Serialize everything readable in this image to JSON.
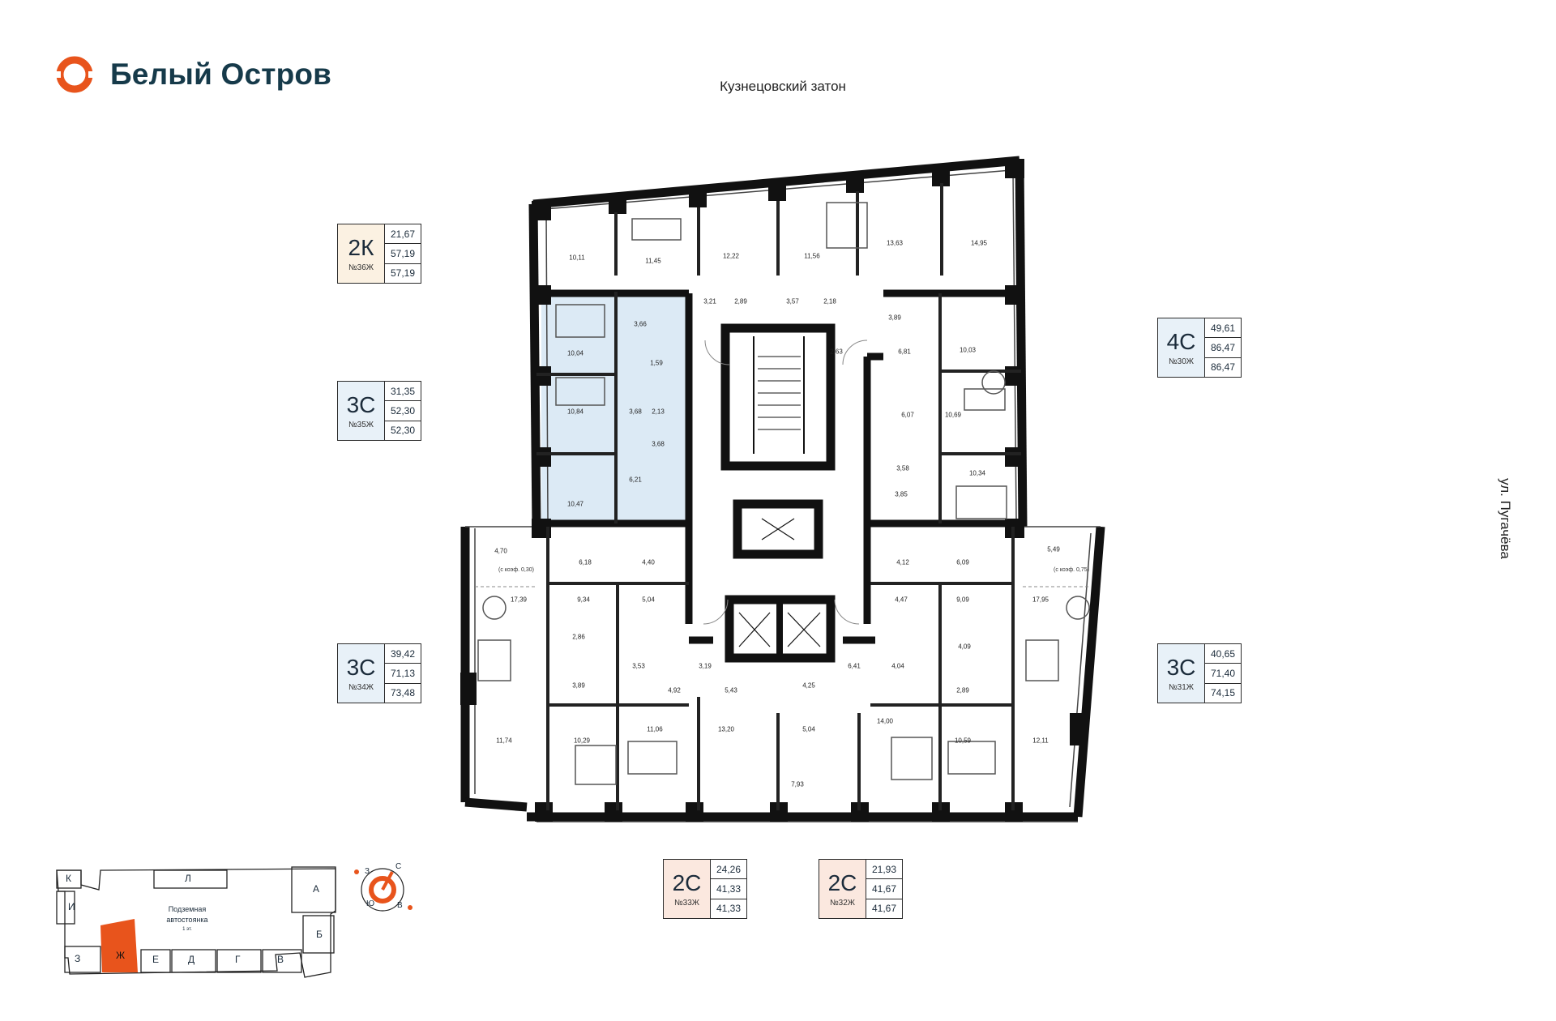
{
  "brand": {
    "name": "Белый Остров",
    "logo_icon": "ring-logo-icon",
    "color": "#163a4a",
    "accent": "#e8541c"
  },
  "north_caption": "Кузнецовский затон",
  "east_caption": "ул. Пугачёва",
  "apartments": [
    {
      "code": "2К",
      "number": "№36Ж",
      "values": [
        "21,67",
        "57,19",
        "57,19"
      ],
      "bg": "#fbf1e2"
    },
    {
      "code": "3С",
      "number": "№35Ж",
      "values": [
        "31,35",
        "52,30",
        "52,30"
      ],
      "bg": "#e8f1f8"
    },
    {
      "code": "3С",
      "number": "№34Ж",
      "values": [
        "39,42",
        "71,13",
        "73,48"
      ],
      "bg": "#e8f1f8"
    },
    {
      "code": "4С",
      "number": "№30Ж",
      "values": [
        "49,61",
        "86,47",
        "86,47"
      ],
      "bg": "#e8f1f8"
    },
    {
      "code": "3С",
      "number": "№31Ж",
      "values": [
        "40,65",
        "71,40",
        "74,15"
      ],
      "bg": "#e8f1f8"
    },
    {
      "code": "2С",
      "number": "№33Ж",
      "values": [
        "24,26",
        "41,33",
        "41,33"
      ],
      "bg": "#fbe8df"
    },
    {
      "code": "2С",
      "number": "№32Ж",
      "values": [
        "21,93",
        "41,67",
        "41,67"
      ],
      "bg": "#fbe8df"
    }
  ],
  "room_areas": [
    "10,11",
    "11,45",
    "12,22",
    "11,56",
    "13,63",
    "14,95",
    "3,21",
    "2,89",
    "3,57",
    "2,18",
    "3,89",
    "6,81",
    "2,63",
    "10,04",
    "3,66",
    "1,59",
    "10,03",
    "10,84",
    "3,68",
    "2,13",
    "3,68",
    "10,69",
    "6,07",
    "10,47",
    "6,21",
    "3,58",
    "3,85",
    "10,34",
    "4,70",
    "6,18",
    "4,40",
    "4,12",
    "6,09",
    "5,49",
    "17,39",
    "9,34",
    "5,04",
    "4,47",
    "9,09",
    "17,95",
    "2,86",
    "3,53",
    "3,19",
    "6,41",
    "4,04",
    "4,09",
    "3,89",
    "4,92",
    "5,43",
    "4,25",
    "2,89",
    "11,74",
    "10,29",
    "11,06",
    "13,20",
    "5,04",
    "14,00",
    "10,59",
    "12,11",
    "7,93"
  ],
  "balcony_notes": [
    "(с коэф. 0,30)",
    "(с коэф. 0,75)"
  ],
  "highlighted_apartment": "№35Ж",
  "keyplan": {
    "sections": [
      "К",
      "Л",
      "А",
      "И",
      "Б",
      "З",
      "Ж",
      "Е",
      "Д",
      "Г",
      "В"
    ],
    "active_section": "Ж",
    "parking_label": "Подземная автостоянка",
    "parking_level": "1 эт."
  },
  "compass": {
    "labels": [
      "З",
      "С",
      "Ю",
      "В"
    ]
  }
}
